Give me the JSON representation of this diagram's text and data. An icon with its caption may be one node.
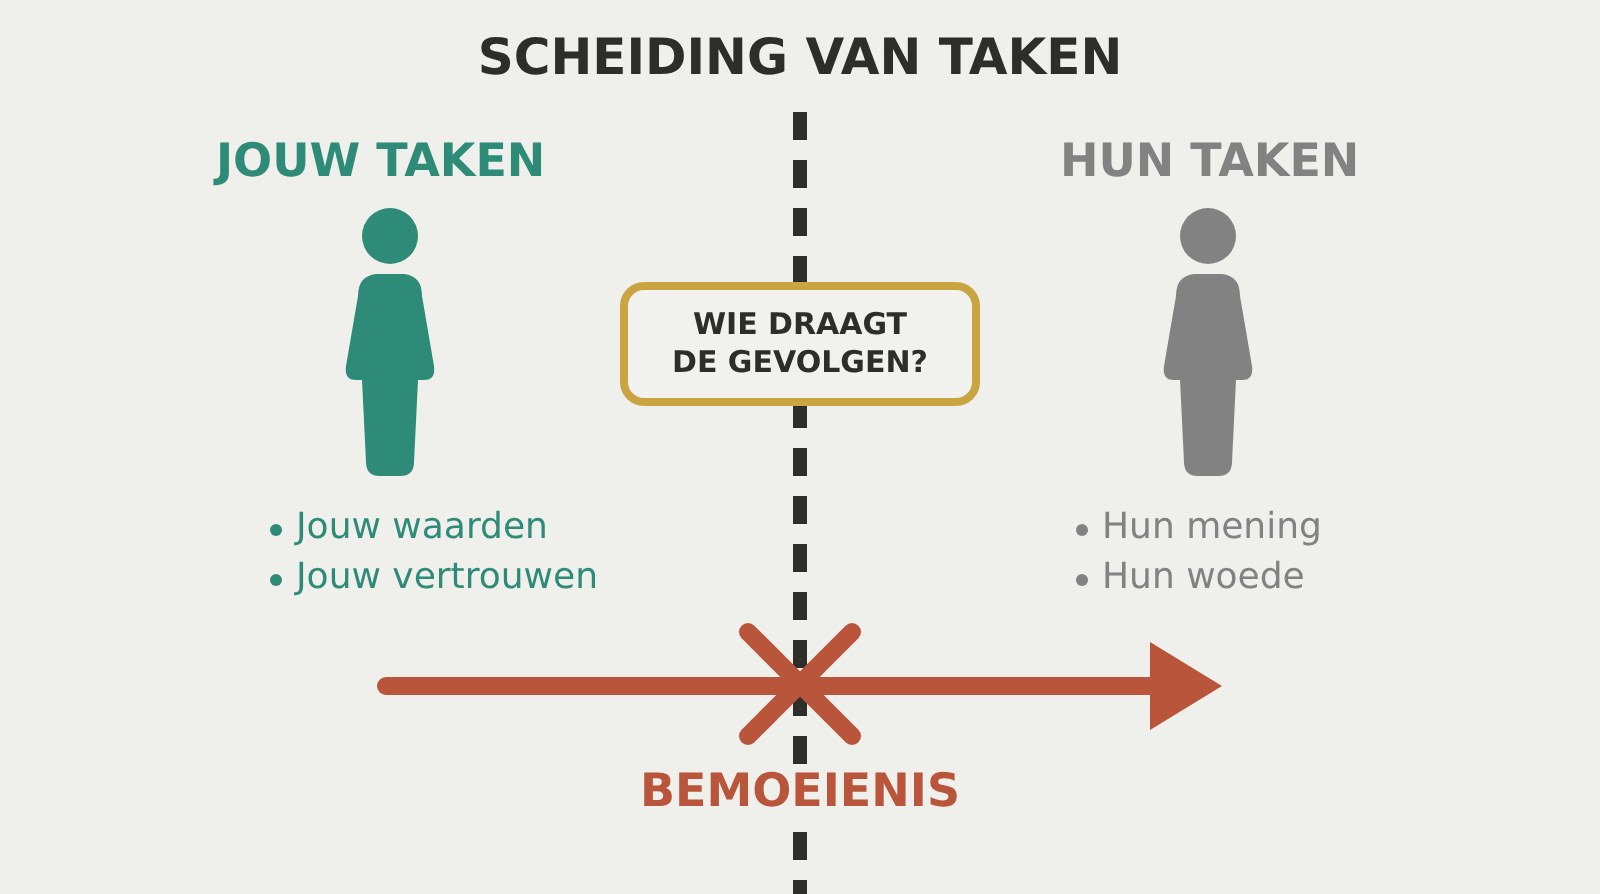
{
  "diagram": {
    "title": "SCHEIDING VAN TAKEN",
    "nodes": [
      {
        "text": [
          "WIE DRAAGT DE GEVOLGEN?"
        ]
      }
    ],
    "labels": [
      "JOUW TAKEN",
      "HUN TAKEN",
      "Jouw waarden",
      "Jouw vertrouwen",
      "Hun mening",
      "Hun woede",
      "BEMOEIENIS"
    ]
  }
}
